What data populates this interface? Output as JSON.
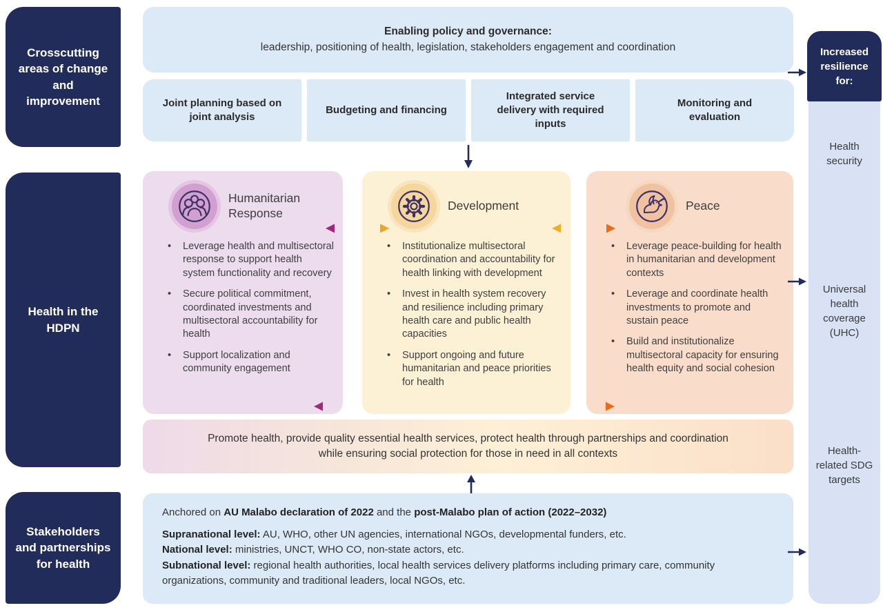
{
  "palette": {
    "navy": "#222c5b",
    "light_blue": "#dce9f7",
    "right_column_blue": "#d8e2f4",
    "humanitarian_purple": "#ecdcee",
    "development_yellow": "#fcf0d5",
    "peace_peach": "#f9ddca",
    "icon_stroke": "#3c3164",
    "arrow_purple": "#a1297c",
    "arrow_amber": "#f0a11f",
    "arrow_orange": "#e96d12"
  },
  "left_rail": {
    "items": [
      {
        "label": "Crosscutting areas of change and improvement"
      },
      {
        "label": "Health in the HDPN"
      },
      {
        "label": "Stakeholders and partnerships for health"
      }
    ]
  },
  "top": {
    "enabling_title": "Enabling policy and governance:",
    "enabling_text": "leadership, positioning of health, legislation, stakeholders engagement and coordination",
    "pillars": [
      "Joint planning based on joint analysis",
      "Budgeting and financing",
      "Integrated service delivery with required inputs",
      "Monitoring and evaluation"
    ]
  },
  "nexus": {
    "boxes": [
      {
        "title": "Humanitarian Response",
        "icon": "people-icon",
        "bullets": [
          "Leverage health and multisectoral response to support health system functionality and recovery",
          "Secure political commitment, coordinated investments and multisectoral accountability for health",
          "Support localization and community engagement"
        ]
      },
      {
        "title": "Development",
        "icon": "gear-icon",
        "bullets": [
          "Institutionalize multisectoral coordination and accountability for health linking with development",
          "Invest in health system recovery and resilience including primary health care and public health capacities",
          "Support ongoing and future humanitarian and peace priorities for health"
        ]
      },
      {
        "title": "Peace",
        "icon": "dove-icon",
        "bullets": [
          "Leverage peace-building for health in humanitarian and development contexts",
          "Leverage and coordinate health investments to promote and sustain peace",
          "Build and institutionalize multisectoral capacity for ensuring health equity and social cohesion"
        ]
      }
    ]
  },
  "promote_bar": {
    "line1": "Promote health, provide quality essential health services, protect health through partnerships and coordination",
    "line2": "while ensuring social protection for those in need in all contexts"
  },
  "foundation": {
    "anchored": {
      "t0": "Anchored on ",
      "b0": "AU Malabo declaration of 2022",
      "t1": " and the ",
      "b1": "post-Malabo plan of action (2022–2032)"
    },
    "levels": [
      {
        "label": "Supranational level:",
        "text": " AU, WHO, other UN agencies, international NGOs, developmental funders, etc."
      },
      {
        "label": "National level:",
        "text": " ministries, UNCT, WHO CO, non-state actors, etc."
      },
      {
        "label": "Subnational level:",
        "text": " regional health authorities, local health services delivery platforms including primary care, community organizations, community and traditional leaders, local NGOs, etc."
      }
    ]
  },
  "right_rail": {
    "header": "Increased resilience for:",
    "items": [
      "Health security",
      "Universal health coverage (UHC)",
      "Health-related SDG targets"
    ]
  }
}
